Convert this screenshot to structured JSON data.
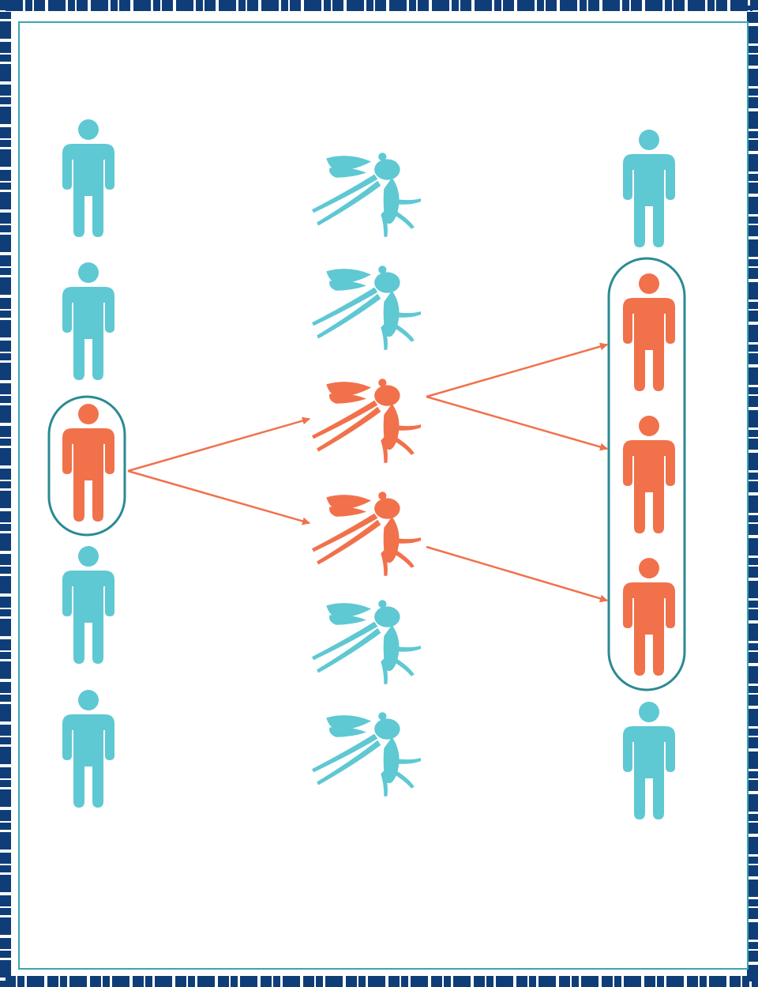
{
  "colors": {
    "frame_outer": "#0f3d78",
    "frame_inner": "#3aa6b0",
    "healthy": "#5ec8d3",
    "infected": "#f1714b",
    "group_outline": "#2b8a93",
    "arrow": "#f1714b"
  },
  "diagram": {
    "left_column": [
      {
        "role": "person",
        "status": "healthy"
      },
      {
        "role": "person",
        "status": "healthy"
      },
      {
        "role": "person",
        "status": "infected"
      },
      {
        "role": "person",
        "status": "healthy"
      },
      {
        "role": "person",
        "status": "healthy"
      }
    ],
    "middle_column": [
      {
        "role": "mosquito",
        "status": "healthy"
      },
      {
        "role": "mosquito",
        "status": "healthy"
      },
      {
        "role": "mosquito",
        "status": "infected"
      },
      {
        "role": "mosquito",
        "status": "infected"
      },
      {
        "role": "mosquito",
        "status": "healthy"
      },
      {
        "role": "mosquito",
        "status": "healthy"
      }
    ],
    "right_column": [
      {
        "role": "person",
        "status": "healthy"
      },
      {
        "role": "person",
        "status": "infected"
      },
      {
        "role": "person",
        "status": "infected"
      },
      {
        "role": "person",
        "status": "infected"
      },
      {
        "role": "person",
        "status": "healthy"
      }
    ],
    "transmissions": [
      {
        "from": "left-person-3",
        "to": "mosquito-3"
      },
      {
        "from": "left-person-3",
        "to": "mosquito-4"
      },
      {
        "from": "mosquito-3",
        "to": "right-person-2"
      },
      {
        "from": "mosquito-3",
        "to": "right-person-3"
      },
      {
        "from": "mosquito-4",
        "to": "right-person-4"
      }
    ]
  }
}
